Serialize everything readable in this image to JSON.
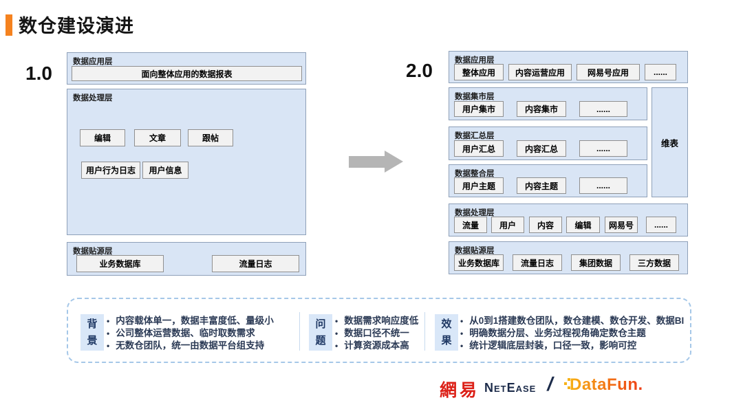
{
  "title": "数仓建设演进",
  "v1": {
    "label": "1.0",
    "app_layer": {
      "title": "数据应用层",
      "item": "面向整体应用的数据报表"
    },
    "process_layer": {
      "title": "数据处理层",
      "row1": [
        "编辑",
        "文章",
        "跟帖"
      ],
      "row2": [
        "用户行为日志",
        "用户信息"
      ]
    },
    "ods_layer": {
      "title": "数据贴源层",
      "items": [
        "业务数据库",
        "流量日志"
      ]
    }
  },
  "v2": {
    "label": "2.0",
    "app_layer": {
      "title": "数据应用层",
      "items": [
        "整体应用",
        "内容运营应用",
        "网易号应用",
        "......"
      ]
    },
    "mart_layer": {
      "title": "数据集市层",
      "items": [
        "用户集市",
        "内容集市",
        "......"
      ]
    },
    "summary_layer": {
      "title": "数据汇总层",
      "items": [
        "用户汇总",
        "内容汇总",
        "......"
      ]
    },
    "integration_layer": {
      "title": "数据整合层",
      "items": [
        "用户主题",
        "内容主题",
        "......"
      ]
    },
    "dim_table": "维表",
    "process_layer": {
      "title": "数据处理层",
      "items": [
        "流量",
        "用户",
        "内容",
        "编辑",
        "网易号",
        "......"
      ]
    },
    "ods_layer": {
      "title": "数据贴源层",
      "items": [
        "业务数据库",
        "流量日志",
        "集团数据",
        "三方数据"
      ]
    }
  },
  "notes": {
    "background": {
      "label": "背景",
      "bullets": [
        "内容载体单一，数据丰富度低、量级小",
        "公司整体运营数据、临时取数需求",
        "无数仓团队，统一由数据平台组支持"
      ]
    },
    "problem": {
      "label": "问题",
      "bullets": [
        "数据需求响应度低",
        "数据口径不统一",
        "计算资源成本高"
      ]
    },
    "effect": {
      "label": "效果",
      "bullets": [
        "从0到1搭建数仓团队，数仓建模、数仓开发、数据BI",
        "明确数据分层、业务过程视角确定数仓主题",
        "统计逻辑底层封装，口径一致，影响可控"
      ]
    }
  },
  "footer": {
    "netease_cn": "網易",
    "netease_en": "NetEase",
    "separator": "/",
    "datafun": "DataFun."
  },
  "colors": {
    "accent_orange": "#f5821f",
    "layer_fill": "#d9e5f5",
    "layer_border": "#8ea0b8",
    "node_fill": "#f2f2f2",
    "node_border": "#8f8f8f",
    "note_text": "#2b3a55",
    "dashed_border": "#a5c7e8",
    "netease_red": "#dc2017",
    "netease_navy": "#1c2b4a",
    "datafun_orange": "#ee5a1e"
  }
}
